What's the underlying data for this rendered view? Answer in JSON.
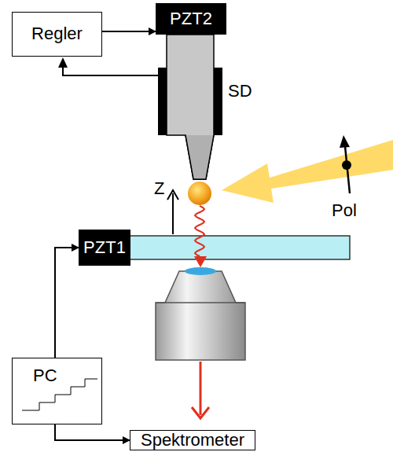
{
  "diagram": {
    "nodes": [
      {
        "text": [
          "Regler"
        ]
      },
      {
        "text": [
          "PZT2"
        ]
      },
      {
        "text": [
          "PZT1"
        ]
      },
      {
        "text": [
          "PC"
        ]
      },
      {
        "text": [
          "Spektrometer"
        ]
      }
    ],
    "edges": [
      {
        "from": 0,
        "to": 1,
        "arrow": "to"
      },
      {
        "from": 3,
        "to": 2,
        "arrow": "to"
      },
      {
        "from": 3,
        "to": 4,
        "arrow": "to"
      }
    ],
    "labels": [
      "SD",
      "Z",
      "Pol"
    ]
  }
}
